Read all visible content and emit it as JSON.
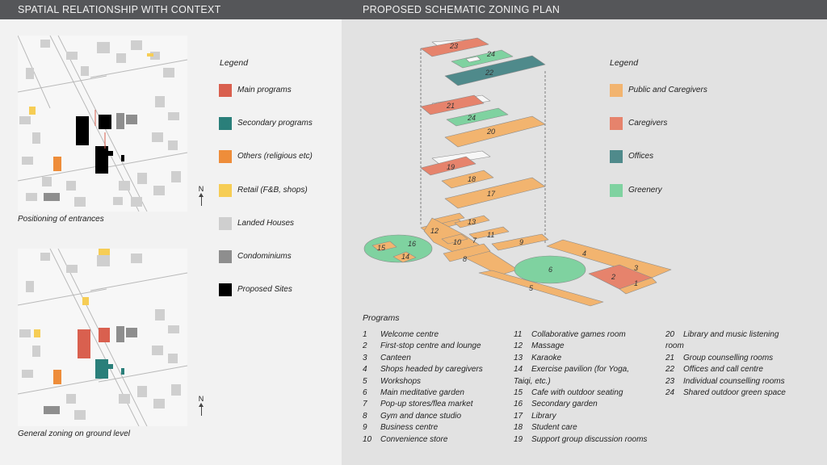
{
  "header": {
    "left_title": "SPATIAL RELATIONSHIP WITH CONTEXT",
    "right_title": "PROPOSED SCHEMATIC ZONING PLAN"
  },
  "maps": {
    "top_caption": "Positioning of entrances",
    "bottom_caption": "General zoning on ground level",
    "north_label": "N"
  },
  "context_legend": {
    "title": "Legend",
    "items": [
      {
        "label": "Main programs",
        "color": "#d9604f"
      },
      {
        "label": "Secondary programs",
        "color": "#2a7f7a"
      },
      {
        "label": "Others (religious etc)",
        "color": "#ee8d3a"
      },
      {
        "label": "Retail (F&B, shops)",
        "color": "#f6cd55"
      },
      {
        "label": "Landed Houses",
        "color": "#cfcfcf"
      },
      {
        "label": "Condominiums",
        "color": "#8e8e8e"
      },
      {
        "label": "Proposed Sites",
        "color": "#000000"
      }
    ]
  },
  "zoning_legend": {
    "title": "Legend",
    "items": [
      {
        "label": "Public and Caregivers",
        "color": "#f2b46f"
      },
      {
        "label": "Caregivers",
        "color": "#e6836c"
      },
      {
        "label": "Offices",
        "color": "#4f8a8b"
      },
      {
        "label": "Greenery",
        "color": "#7fd2a0"
      }
    ]
  },
  "zone_numbers": [
    "1",
    "2",
    "3",
    "4",
    "5",
    "6",
    "7",
    "8",
    "9",
    "10",
    "11",
    "12",
    "13",
    "14",
    "15",
    "16",
    "17",
    "18",
    "19",
    "20",
    "21",
    "22",
    "23",
    "24"
  ],
  "programs": {
    "title": "Programs",
    "col1": [
      {
        "n": "1",
        "label": "Welcome centre"
      },
      {
        "n": "2",
        "label": "First-stop centre and lounge"
      },
      {
        "n": "3",
        "label": "Canteen"
      },
      {
        "n": "4",
        "label": "Shops headed by caregivers"
      },
      {
        "n": "5",
        "label": "Workshops"
      },
      {
        "n": "6",
        "label": "Main meditative garden"
      },
      {
        "n": "7",
        "label": "Pop-up stores/flea market"
      },
      {
        "n": "8",
        "label": "Gym and dance studio"
      },
      {
        "n": "9",
        "label": "Business centre"
      },
      {
        "n": "10",
        "label": "Convenience store"
      }
    ],
    "col2": [
      {
        "n": "11",
        "label": "Collaborative games room"
      },
      {
        "n": "12",
        "label": "Massage"
      },
      {
        "n": "13",
        "label": "Karaoke"
      },
      {
        "n": "14",
        "label": "Exercise pavilion (for Yoga,"
      },
      {
        "n": "",
        "label": "Taiqi, etc.)"
      },
      {
        "n": "15",
        "label": "Cafe with outdoor seating"
      },
      {
        "n": "16",
        "label": "Secondary garden"
      },
      {
        "n": "17",
        "label": "Library"
      },
      {
        "n": "18",
        "label": "Student care"
      },
      {
        "n": "19",
        "label": "Support group discussion rooms"
      }
    ],
    "col3": [
      {
        "n": "20",
        "label": "Library and music listening"
      },
      {
        "n": "",
        "label": "room"
      },
      {
        "n": "21",
        "label": "Group counselling rooms"
      },
      {
        "n": "22",
        "label": "Offices and call centre"
      },
      {
        "n": "23",
        "label": "Individual counselling rooms"
      },
      {
        "n": "24",
        "label": "Shared outdoor green space"
      }
    ]
  }
}
